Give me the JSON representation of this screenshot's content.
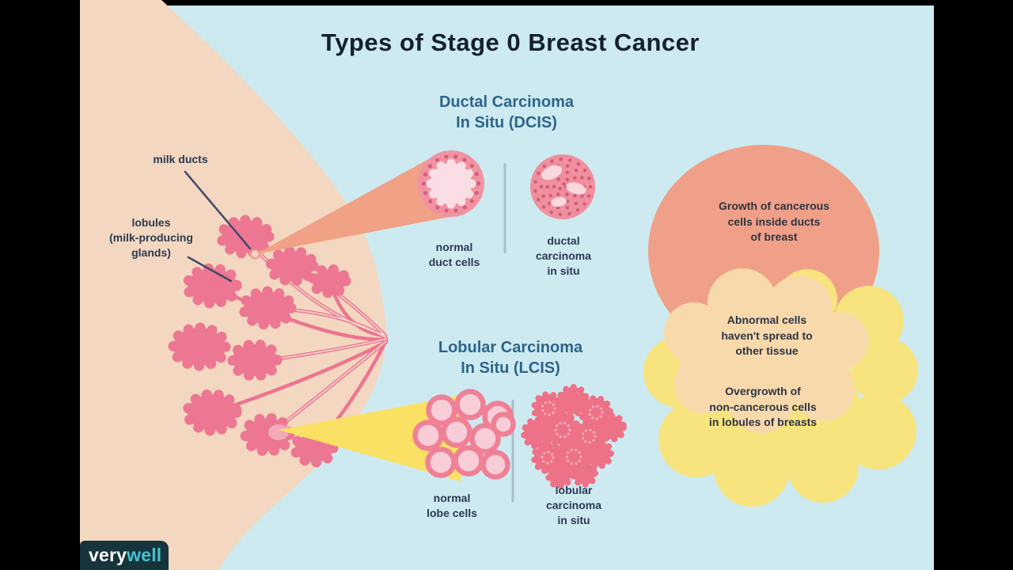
{
  "title": "Types of Stage 0 Breast Cancer",
  "anatomy": {
    "milk_ducts_label": "milk ducts",
    "lobules_label": "lobules\n(milk-producing\nglands)"
  },
  "dcis": {
    "heading": "Ductal Carcinoma\nIn Situ (DCIS)",
    "normal_label": "normal\nduct cells",
    "carcinoma_label": "ductal\ncarcinoma\nin situ",
    "description": "Growth of cancerous\ncells inside ducts\nof breast"
  },
  "lcis": {
    "heading": "Lobular Carcinoma\nIn Situ (LCIS)",
    "normal_label": "normal\nlobe cells",
    "carcinoma_label": "lobular\ncarcinoma\nin situ",
    "description": "Overgrowth of\nnon-cancerous cells\nin lobules of breasts"
  },
  "venn": {
    "overlap_text": "Abnormal cells\nhaven't spread to\nother tissue"
  },
  "brand": {
    "part1": "very",
    "part2": "well"
  },
  "colors": {
    "background": "#cdeaf1",
    "letterbox": "#000000",
    "skin": "#f3d7c0",
    "lobule_pink": "#ed7792",
    "duct_line_pink": "#ec7590",
    "dcis_cone_salmon": "#f1a185",
    "lcis_cone_yellow": "#fae163",
    "duct_ring_pink": "#f192a2",
    "cell_dot_pink": "#d15f79",
    "duct_inner_pink": "#fbdee5",
    "lobe_cell_ring": "#ef8096",
    "lobe_cell_fill": "#f9cdd8",
    "lcis_cluster_pink": "#ee7287",
    "venn_dcis_fill": "#f0a088",
    "venn_lcis_fill": "#f8e47e",
    "venn_overlap_fill": "#f8d9ac",
    "title_text": "#16202c",
    "heading_text": "#2d6489",
    "label_text": "#2b3a52",
    "pointer_line": "#43476a",
    "divider": "#a9bfc8",
    "brand_bg": "#15343c",
    "brand_part1_color": "#ffffff",
    "brand_part2_color": "#45c1cf"
  }
}
